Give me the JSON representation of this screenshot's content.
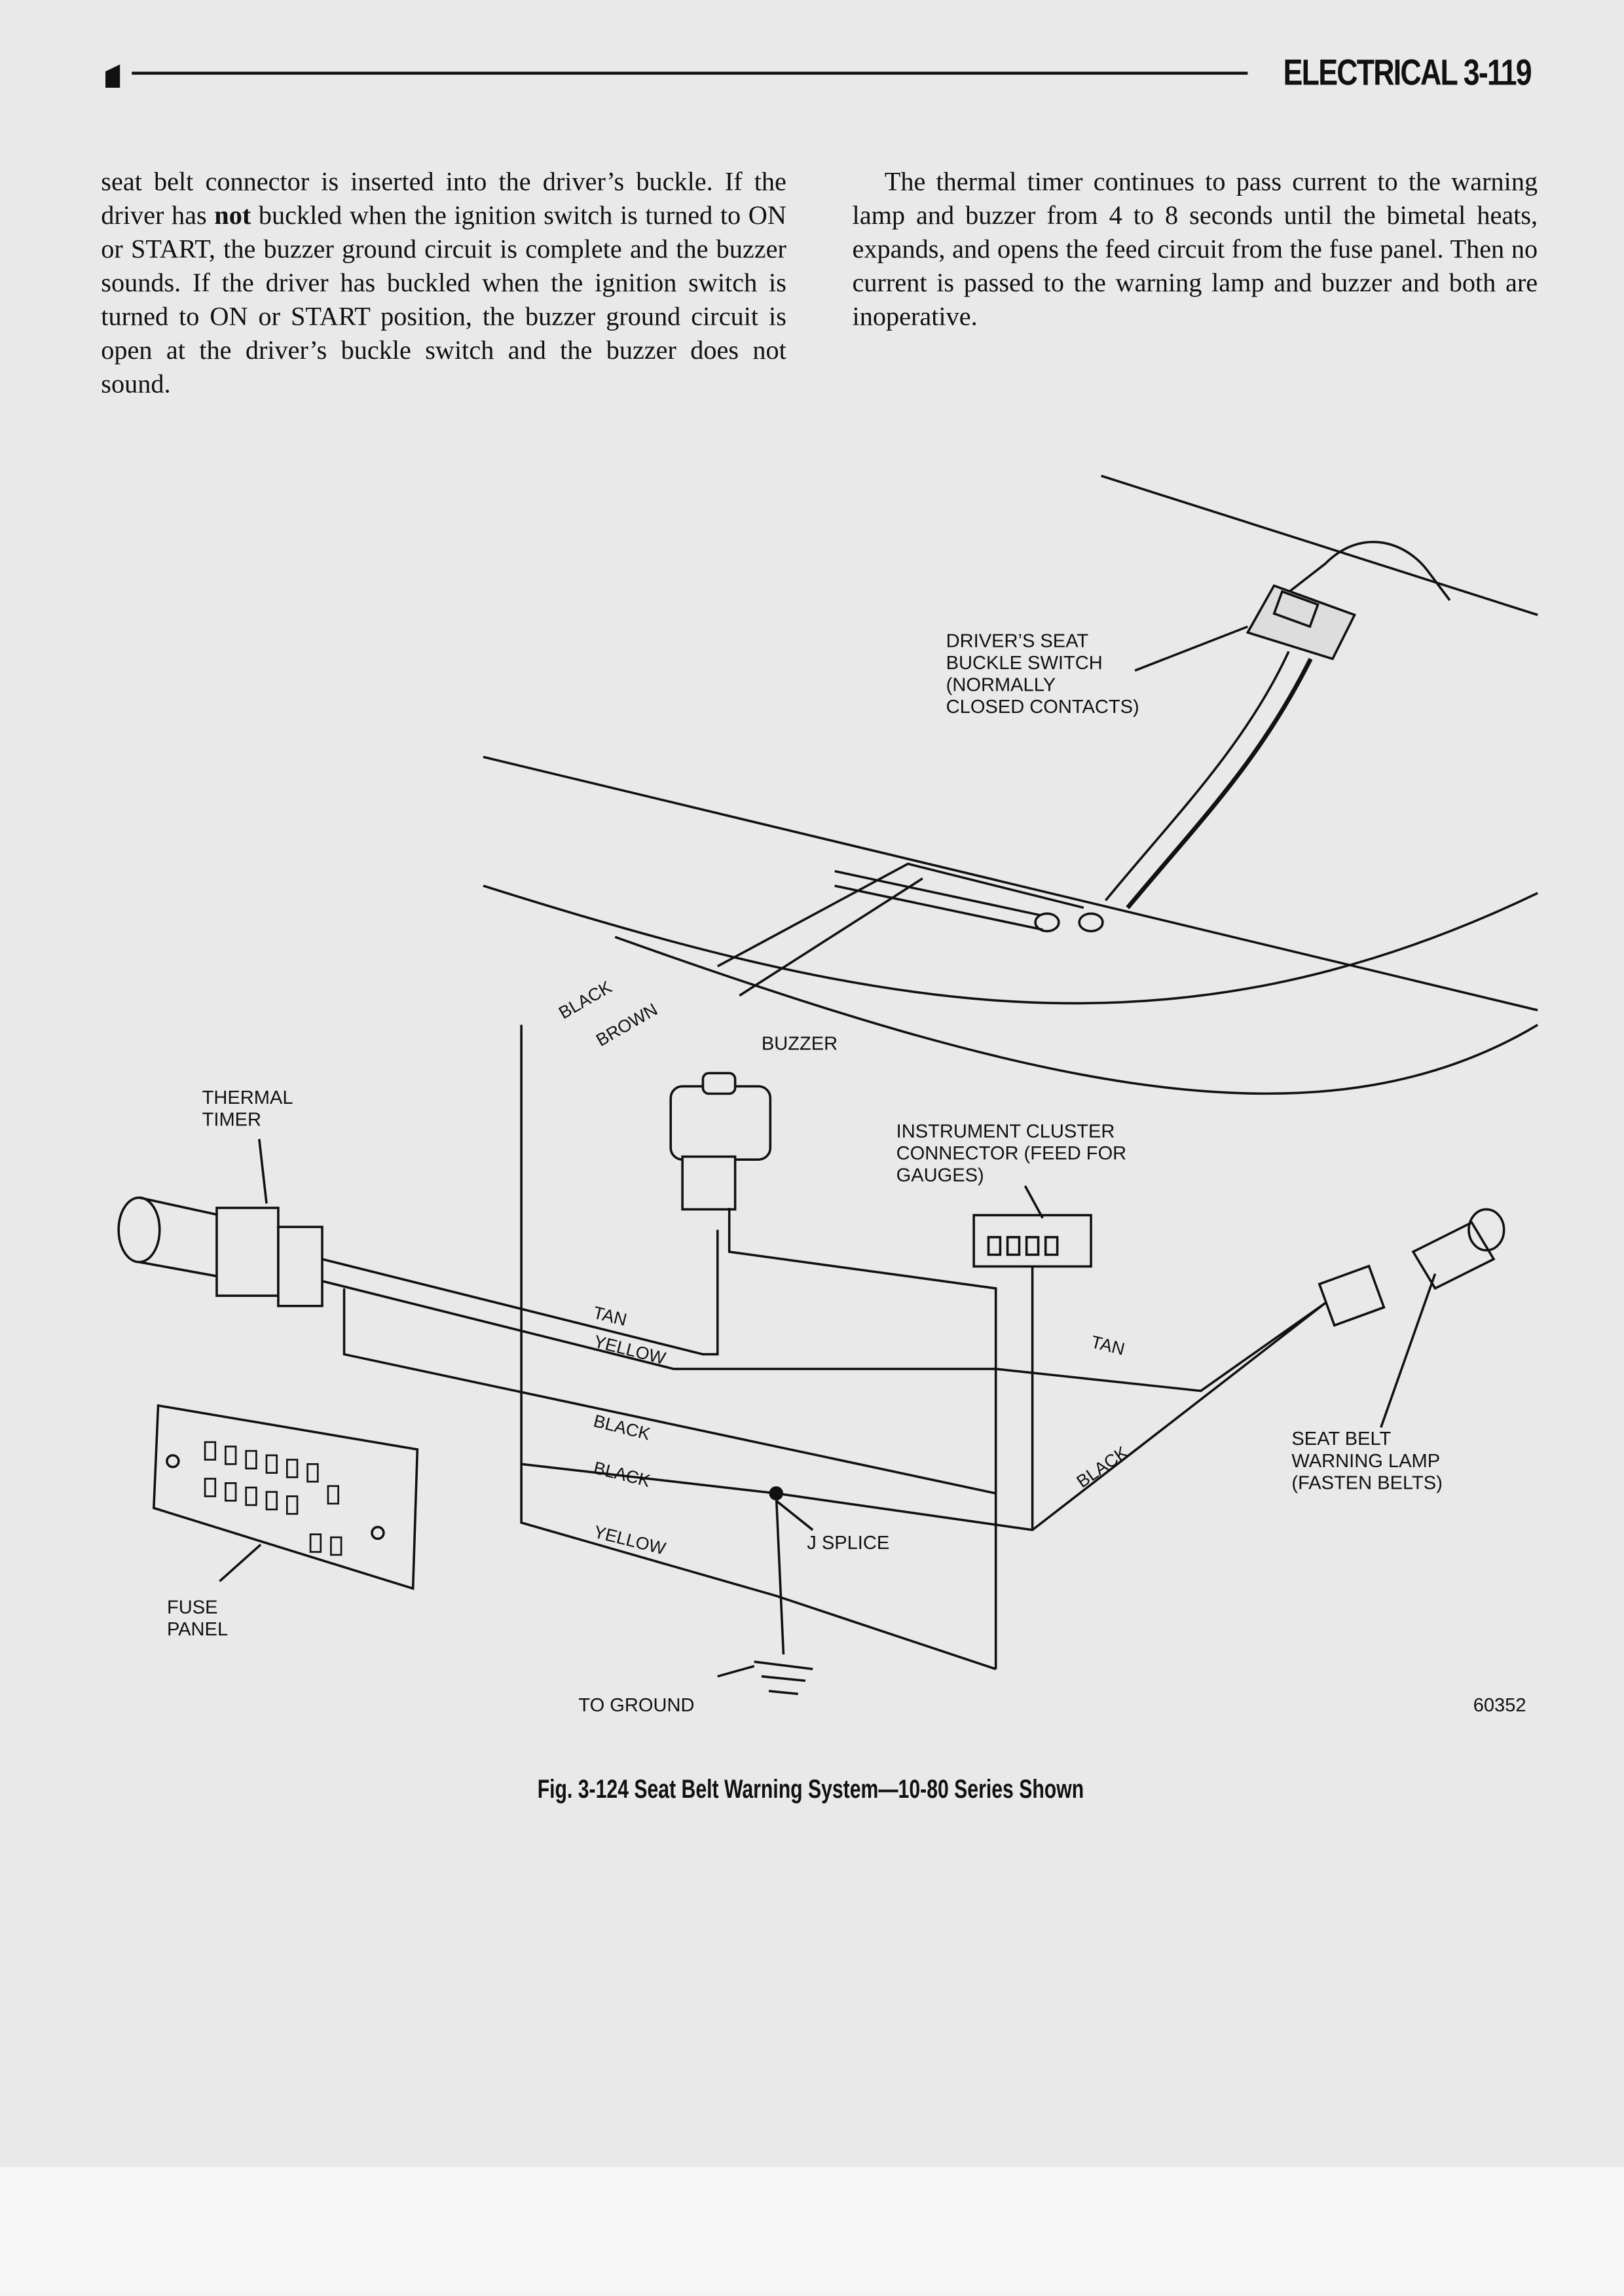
{
  "header": {
    "title": "ELECTRICAL 3-119"
  },
  "body": {
    "left_column": [
      "seat belt connector is inserted into the driver’s buckle. If the driver has ",
      "not",
      " buckled when the ignition switch is turned to ON or START, the buzzer ground circuit is complete and the buzzer sounds. If the driver has buckled when the ignition switch is turned to ON or START position, the buzzer ground circuit is open at the driver’s buckle switch and the buzzer does not sound."
    ],
    "right_column": "The thermal timer continues to pass current to the warning lamp and buzzer from 4 to 8 seconds until the bimetal heats, expands, and opens the feed circuit from the fuse panel. Then no current is passed to the warning lamp and buzzer  and both are inoperative."
  },
  "figure": {
    "labels": {
      "buckle_switch": "DRIVER’S SEAT\nBUCKLE SWITCH\n(NORMALLY\nCLOSED CONTACTS)",
      "buzzer": "BUZZER",
      "thermal_timer": "THERMAL\nTIMER",
      "cluster_connector": "INSTRUMENT CLUSTER\nCONNECTOR (FEED FOR\nGAUGES)",
      "warning_lamp": "SEAT BELT\nWARNING LAMP\n(FASTEN BELTS)",
      "fuse_panel": "FUSE\nPANEL",
      "to_ground": "TO GROUND",
      "j_splice": "J SPLICE",
      "figure_number": "60352"
    },
    "wires": [
      "BLACK",
      "BROWN",
      "TAN",
      "YELLOW",
      "BLACK",
      "BLACK",
      "YELLOW",
      "TAN",
      "BLACK"
    ],
    "caption": "Fig. 3-124  Seat Belt Warning System—10-80 Series Shown"
  }
}
